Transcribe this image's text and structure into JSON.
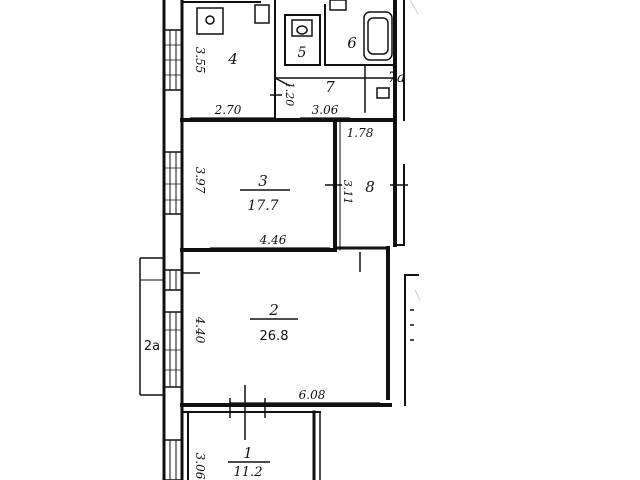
{
  "rooms": {
    "kitchen": {
      "number": "4"
    },
    "toilet": {
      "number": "5"
    },
    "bath": {
      "number": "6"
    },
    "corridor": {
      "number": "7"
    },
    "storage": {
      "number": "7a"
    },
    "closet": {
      "number": "8"
    },
    "bedroom": {
      "number": "3",
      "area": "17.7"
    },
    "living": {
      "number": "2",
      "area": "26.8"
    },
    "room1": {
      "number": "1",
      "area": "11.2"
    },
    "balcony": {
      "number": "2a"
    }
  },
  "dimensions": {
    "kitchen_height": "3.55",
    "kitchen_width": "2.70",
    "corridor_height": "1.20",
    "corridor_width": "3.06",
    "closet_width": "1.78",
    "bedroom_height": "3.97",
    "bedroom_width": "4.46",
    "closet_height": "3.11",
    "living_height": "4.40",
    "living_width": "6.08",
    "room1_height": "3.06"
  }
}
